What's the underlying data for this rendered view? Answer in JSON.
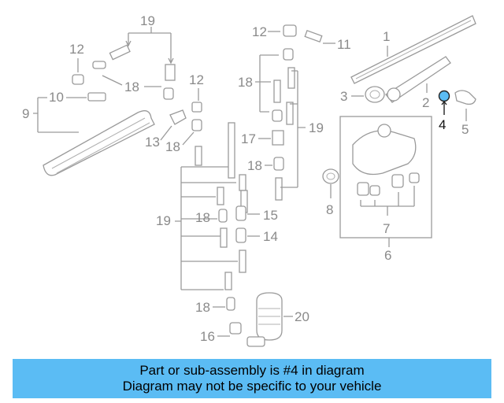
{
  "diagram": {
    "highlight_color": "#5bbcf4",
    "callouts": {
      "c1": "1",
      "c2": "2",
      "c3": "3",
      "c4": "4",
      "c5": "5",
      "c6": "6",
      "c7": "7",
      "c8": "8",
      "c9": "9",
      "c10": "10",
      "c11": "11",
      "c12a": "12",
      "c12b": "12",
      "c12c": "12",
      "c13": "13",
      "c14": "14",
      "c15": "15",
      "c16": "16",
      "c17": "17",
      "c18a": "18",
      "c18b": "18",
      "c18c": "18",
      "c18d": "18",
      "c18e": "18",
      "c18f": "18",
      "c19a": "19",
      "c19b": "19",
      "c19c": "19",
      "c20": "20"
    }
  },
  "banner": {
    "line1": "Part or sub-assembly is #4 in diagram",
    "line2": "Diagram may not be specific to your vehicle",
    "color": "#5bbcf4"
  }
}
